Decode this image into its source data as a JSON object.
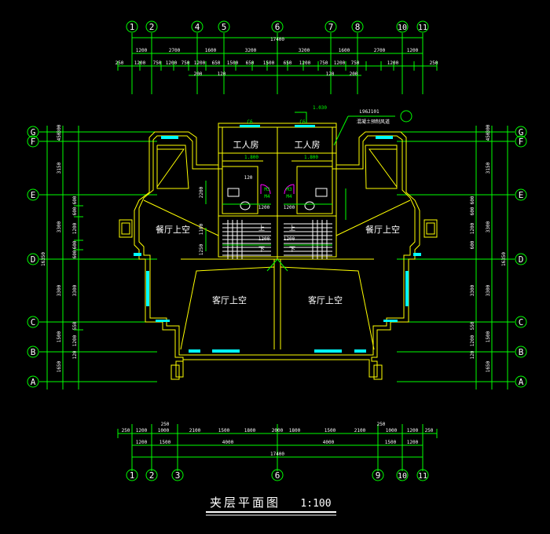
{
  "colors": {
    "background": "#000000",
    "dimension": "#00ff00",
    "wall": "#ffff00",
    "text": "#ffffff",
    "window": "#00ffff",
    "door": "#ff00ff",
    "stair": "#ffffff",
    "axis_circle": "#00ff00"
  },
  "title": {
    "text": "夹层平面图",
    "scale": "1:100"
  },
  "axes": {
    "top_numbers": [
      "1",
      "2",
      "4",
      "5",
      "6",
      "7",
      "8",
      "10",
      "11"
    ],
    "bottom_numbers": [
      "1",
      "2",
      "3",
      "6",
      "9",
      "10",
      "11"
    ],
    "side_letters": [
      "G",
      "F",
      "E",
      "D",
      "C",
      "B",
      "A"
    ]
  },
  "dims": {
    "top_total": "17400",
    "top_row2": [
      "1200",
      "2700",
      "1600",
      "3200",
      "3200",
      "1600",
      "2700",
      "1200"
    ],
    "top_row3": [
      "250",
      "1200",
      "750",
      "1200",
      "750",
      "1200",
      "650",
      "1500",
      "650",
      "1500",
      "650",
      "1200",
      "750",
      "1200",
      "750",
      "1200",
      "250"
    ],
    "top_sub": [
      "200",
      "120",
      "120",
      "200"
    ],
    "bottom_row1": [
      "250",
      "1200",
      "1000",
      "250",
      "2100",
      "1500",
      "1800",
      "2000",
      "1800",
      "1500",
      "2100",
      "250",
      "1000",
      "1200",
      "250"
    ],
    "bottom_row2": [
      "1200",
      "1500",
      "4000",
      "4000",
      "1500",
      "1200"
    ],
    "bottom_total": "17400",
    "left_outer": [
      "300",
      "450",
      "3150",
      "3300",
      "3300",
      "1500",
      "1650"
    ],
    "left_inner": [
      "600",
      "600",
      "1200",
      "600",
      "600",
      "3300",
      "550",
      "1200",
      "120"
    ],
    "left_total": "16350",
    "right_outer": [
      "300",
      "450",
      "3150",
      "3300",
      "3300",
      "1500",
      "1650"
    ],
    "right_inner": [
      "600",
      "600",
      "1200",
      "600",
      "3300",
      "550",
      "1200",
      "120"
    ],
    "right_total": "16350"
  },
  "rooms": {
    "worker_left": "工人房",
    "worker_right": "工人房",
    "dining_left": "餐厅上空",
    "dining_right": "餐厅上空",
    "living_left": "客厅上空",
    "living_right": "客厅上空"
  },
  "annotations": {
    "elev_top": "1.030",
    "elev_left": "1.800",
    "elev_right": "1.800",
    "detail_ref": "L96J101",
    "detail_note": "混凝土预制风道",
    "window_c6_left": "C6",
    "window_c6_right": "C6",
    "door_m3_left": "M3",
    "door_m4_left": "M4",
    "door_m3_right": "M3",
    "door_m4_right": "M4",
    "stair_up_left": "上",
    "stair_down_left": "下",
    "stair_up_right": "上",
    "stair_down_right": "下",
    "dim_1200_a": "1200",
    "dim_1200_b": "1200",
    "dim_1200_c": "1200",
    "dim_1200_d": "1200",
    "dim_120": "120",
    "dim_2200": "2200",
    "dim_1100": "1100",
    "dim_1250": "1250"
  }
}
